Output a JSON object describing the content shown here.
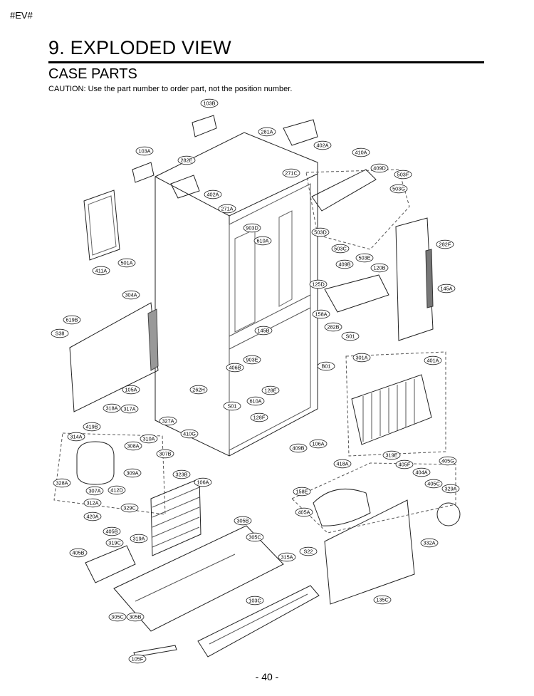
{
  "header": {
    "model_tag": "#EV#",
    "title": "9. EXPLODED VIEW",
    "subtitle": "CASE PARTS",
    "caution": "CAUTION: Use the part number to order part, not the position number."
  },
  "footer": {
    "page_number": "- 40 -"
  },
  "part_labels": [
    "103B",
    "281A",
    "402A",
    "103A",
    "282E",
    "402A",
    "271C",
    "410A",
    "409D",
    "503F",
    "503G",
    "271A",
    "903D",
    "610A",
    "503D",
    "503C",
    "503E",
    "282F",
    "120B",
    "145A",
    "501A",
    "411A",
    "304A",
    "409B",
    "125D",
    "158A",
    "619B",
    "S38",
    "145B",
    "282B",
    "S01",
    "B01",
    "301A",
    "401A",
    "903E",
    "406B",
    "262H",
    "128E",
    "105A",
    "S01",
    "610A",
    "128F",
    "318A",
    "317A",
    "419B",
    "327A",
    "410G",
    "314A",
    "310A",
    "308A",
    "307B",
    "409B",
    "106A",
    "418A",
    "319E",
    "405F",
    "404A",
    "405G",
    "405C",
    "329A",
    "323B",
    "309A",
    "328A",
    "307A",
    "412D",
    "106A",
    "158E",
    "312A",
    "420A",
    "329C",
    "405A",
    "405B",
    "319C",
    "305B",
    "305C",
    "405B",
    "319A",
    "S22",
    "332A",
    "315A",
    "135C",
    "103C",
    "305C",
    "305B",
    "105F"
  ]
}
